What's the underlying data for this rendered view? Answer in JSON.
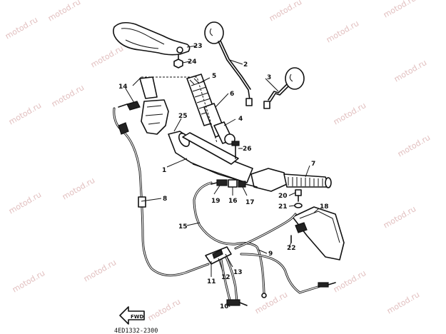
{
  "diagram": {
    "code": "4ED1332-2300",
    "arrow_label": "FWD",
    "watermark": "motod.ru",
    "callouts": {
      "c1": "1",
      "c2": "2",
      "c3": "3",
      "c4": "4",
      "c5": "5",
      "c6": "6",
      "c7": "7",
      "c8": "8",
      "c9": "9",
      "c10": "10",
      "c11": "11",
      "c12": "12",
      "c13": "13",
      "c14": "14",
      "c15": "15",
      "c16": "16",
      "c17": "17",
      "c18": "18",
      "c19": "19",
      "c20": "20",
      "c21": "21",
      "c22": "22",
      "c23": "23",
      "c24": "24",
      "c25": "25",
      "c26": "26"
    }
  }
}
